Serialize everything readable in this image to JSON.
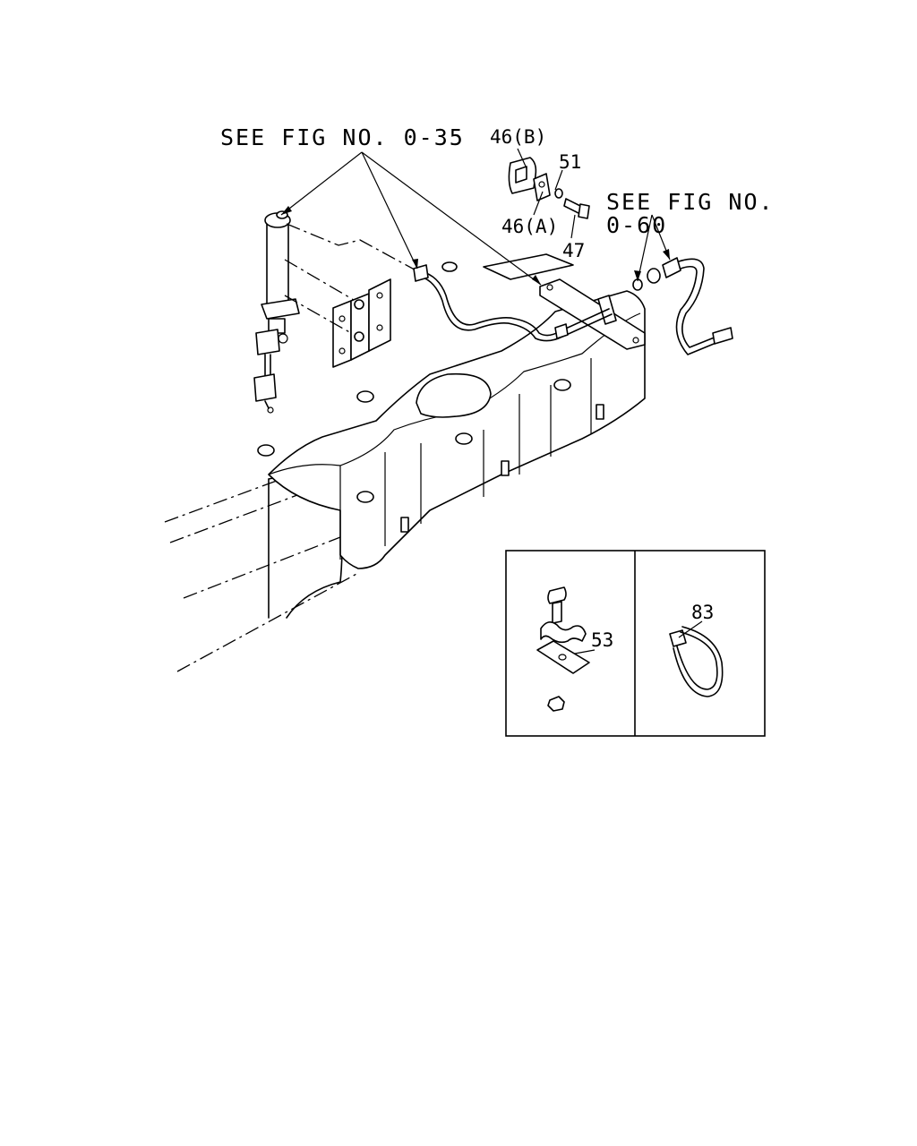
{
  "labels": {
    "see_fig_035": "SEE FIG NO. 0-35",
    "see_fig_060_line1": "SEE FIG NO.",
    "see_fig_060_line2": "0-60",
    "part_46b": "46(B)",
    "part_46a": "46(A)",
    "part_51": "51",
    "part_47": "47",
    "part_53": "53",
    "part_83": "83"
  }
}
